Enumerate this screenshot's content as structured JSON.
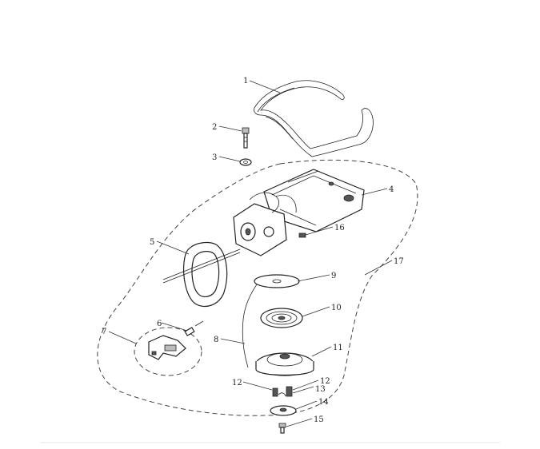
{
  "callouts": [
    "1",
    "2",
    "3",
    "4",
    "5",
    "6",
    "7",
    "8",
    "9",
    "10",
    "11",
    "12",
    "12",
    "13",
    "14",
    "15",
    "16",
    "17"
  ]
}
